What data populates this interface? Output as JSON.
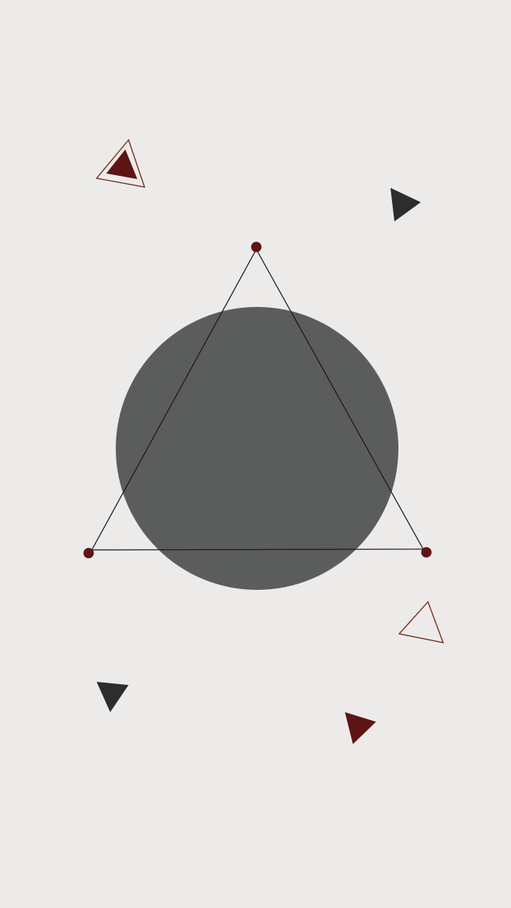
{
  "palette": {
    "background": "#EDEBEA",
    "circle": "#5B5D5C",
    "outline": "#1A1A1A",
    "accent": "#5E1414",
    "accent_outline": "#7A2A1A",
    "dark": "#2B2E2D"
  },
  "shapes": {
    "central_circle": "circle",
    "central_triangle": "triangle-outline",
    "vertex_dots": "dot",
    "decorative_triangles": [
      "framed-triangle",
      "solid-triangle",
      "outline-triangle",
      "solid-triangle",
      "solid-triangle"
    ]
  }
}
